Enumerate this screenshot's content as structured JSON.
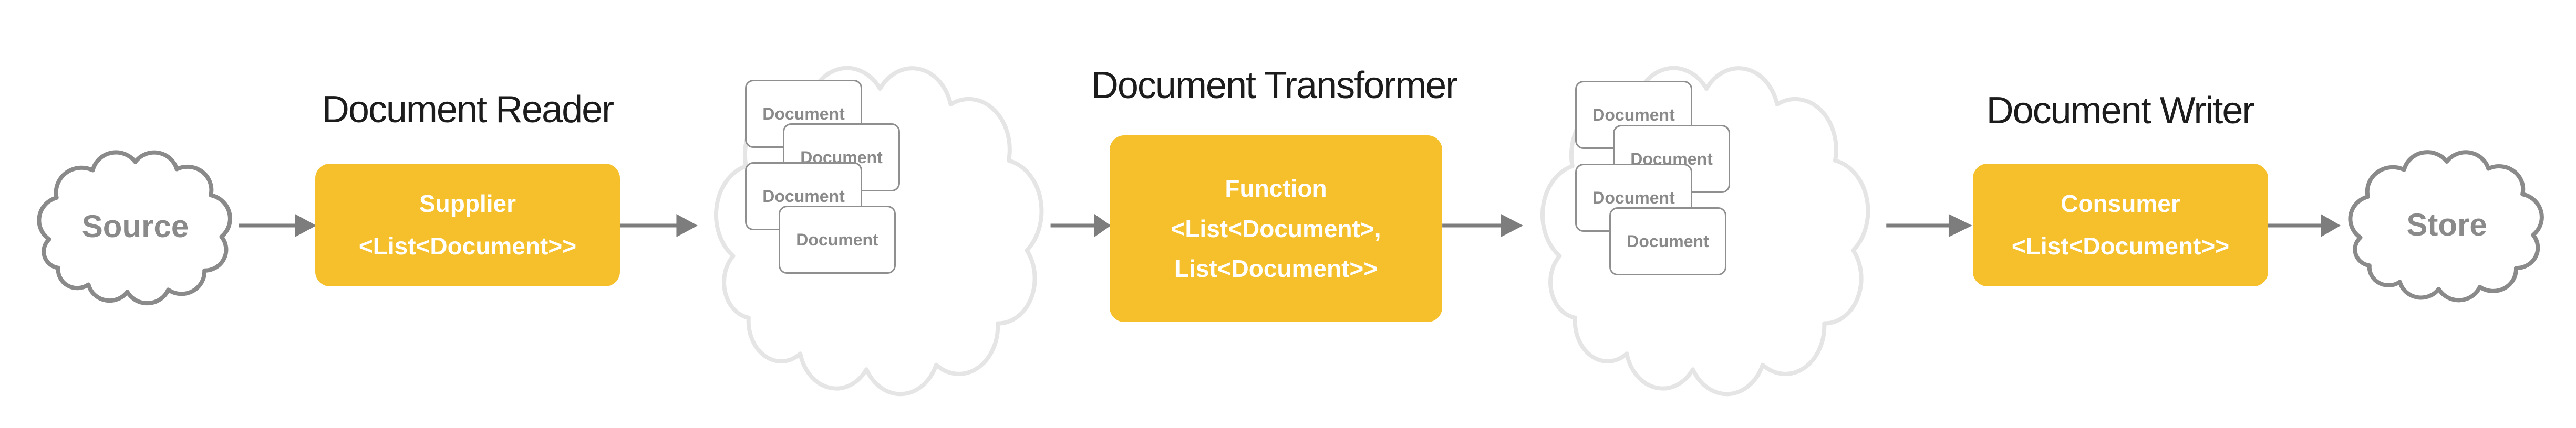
{
  "diagram": {
    "background_color": "#ffffff",
    "accent_color": "#f5c02b",
    "outline_color": "#8a8a8a",
    "light_outline_color": "#e5e5e5",
    "title_color": "#1c1c1c",
    "titles": {
      "reader": "Document Reader",
      "transformer": "Document Transformer",
      "writer": "Document Writer"
    },
    "source_cloud_label": "Source",
    "store_cloud_label": "Store",
    "supplier_box": [
      "Supplier",
      "<List<Document>>"
    ],
    "function_box": [
      "Function",
      "<List<Document>,",
      "List<Document>>"
    ],
    "consumer_box": [
      "Consumer",
      "<List<Document>>"
    ],
    "document_card_label": "Document"
  }
}
